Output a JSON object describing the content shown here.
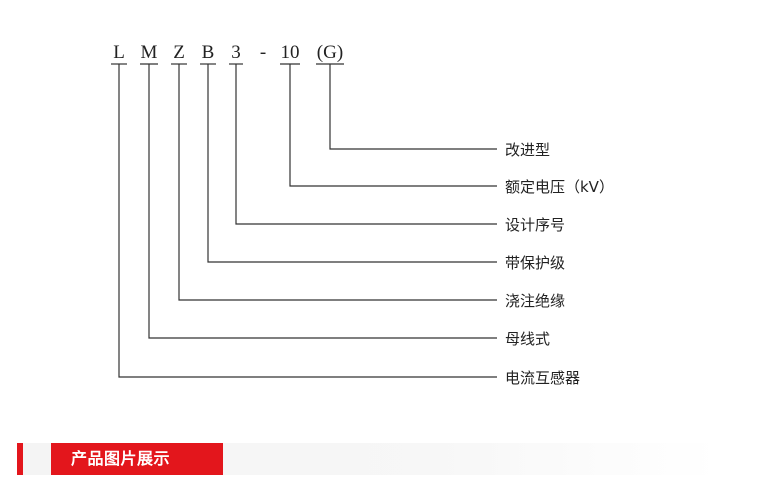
{
  "model_code": {
    "segments": [
      "L",
      "M",
      "Z",
      "B",
      "3",
      "-",
      "10",
      "(G)"
    ]
  },
  "descriptions": [
    "改进型",
    "额定电压（kV）",
    "设计序号",
    "带保护级",
    "浇注绝缘",
    "母线式",
    "电流互感器"
  ],
  "section": {
    "title": "产品图片展示",
    "accent_color": "#e3161c"
  }
}
